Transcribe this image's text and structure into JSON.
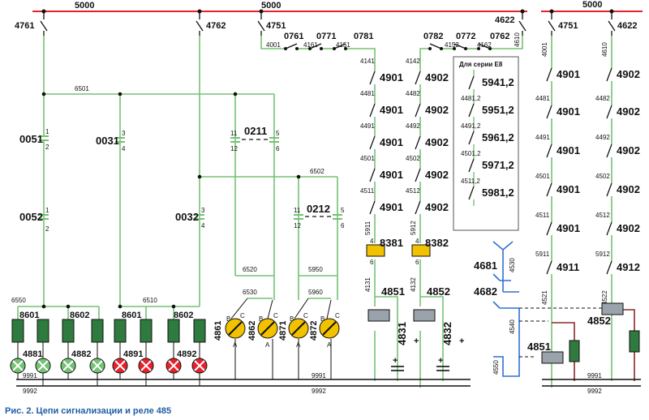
{
  "top_bus": [
    "5000",
    "5000",
    "5000"
  ],
  "switches": {
    "s4761": "4761",
    "s4762": "4762",
    "s4751a": "4751",
    "s4622a": "4622",
    "s4751b": "4751",
    "s4622b": "4622"
  },
  "left_bus": "6501",
  "left_bus2": "6502",
  "caps_left": {
    "c0051": "0051",
    "c0052": "0052",
    "c0031": "0031",
    "c0032": "0032",
    "c0211": "0211",
    "c0212": "0212"
  },
  "cap_pins": {
    "p1": "1",
    "p2": "2",
    "p3": "3",
    "p4": "4",
    "p11": "11",
    "p12": "12",
    "p5": "5",
    "p6": "6"
  },
  "relay_group": {
    "r8601a": "8601",
    "r8602a": "8602",
    "r8601b": "8601",
    "r8602b": "8602",
    "w6550": "6550",
    "w6510": "6510"
  },
  "lamps": {
    "l4881": "4881",
    "l4882": "4882",
    "l4891": "4891",
    "l4892": "4892"
  },
  "gauges": {
    "g4861": "4861",
    "g4862": "4862",
    "g4871": "4871",
    "g4872": "4872",
    "w6520": "6520",
    "w6530": "6530",
    "w5950": "5950",
    "w5960": "5960",
    "pinB": "B",
    "pinC": "C",
    "pinA": "A"
  },
  "chain_top": {
    "n4001": "4001",
    "n0761": "0761",
    "n4161": "4161",
    "n0771": "0771",
    "n4151": "4151",
    "n0781": "0781",
    "n0782": "0782",
    "n4152": "4152",
    "n0772": "0772",
    "n4162": "4162",
    "n0762": "0762",
    "n4610": "4610"
  },
  "col1": {
    "labels": [
      "4141",
      "4481",
      "4491",
      "4501",
      "4511",
      "5911"
    ],
    "contacts": [
      "4901",
      "4901",
      "4901",
      "4901",
      "4901"
    ]
  },
  "col2": {
    "labels": [
      "4142",
      "4482",
      "4492",
      "4502",
      "4512",
      "5912"
    ],
    "contacts": [
      "4902",
      "4902",
      "4902",
      "4902",
      "4902"
    ]
  },
  "relays_mid": {
    "r8381": "8381",
    "r8382": "8382",
    "pin4": "4",
    "pin6": "6",
    "n4131": "4131",
    "n4132": "4132",
    "n4851": "4851",
    "n4852": "4852",
    "c4831": "4831",
    "c4832": "4832",
    "plus": "+"
  },
  "series_box": {
    "title": "Для серии Е8",
    "labels": [
      "4481,2",
      "4491,2",
      "4501,2",
      "4511,2"
    ],
    "contacts": [
      "5941,2",
      "5951,2",
      "5961,2",
      "5971,2",
      "5981,2"
    ]
  },
  "blue_group": {
    "n4681": "4681",
    "n4682": "4682",
    "n4530": "4530",
    "n4540": "4540",
    "n4550": "4550"
  },
  "right_col1": {
    "labels": [
      "4001",
      "4481",
      "4491",
      "4501",
      "4511",
      "5911",
      "4521"
    ],
    "contacts": [
      "4901",
      "4901",
      "4901",
      "4901",
      "4901",
      "4911"
    ]
  },
  "right_col2": {
    "labels": [
      "4610",
      "4482",
      "4492",
      "4502",
      "4512",
      "5912",
      "4522"
    ],
    "contacts": [
      "4902",
      "4902",
      "4902",
      "4902",
      "4902",
      "4912"
    ]
  },
  "right_relays": {
    "r4851": "4851",
    "r4852": "4852"
  },
  "bottom_bus": {
    "b9991a": "9991",
    "b9992a": "9992",
    "b9991b": "9991",
    "b9992b": "9992",
    "b9991c": "9991",
    "b9992c": "9992"
  },
  "caption": "Рис. 2. Цепи сигнализации и реле 485",
  "colors": {
    "red": "#e8202a",
    "green": "#74c274",
    "blue": "#2f6fd6",
    "darkred": "#8b2a2a",
    "relay": "#2f7a3e",
    "yellow": "#f2c200",
    "grey": "#9aa3ab"
  }
}
